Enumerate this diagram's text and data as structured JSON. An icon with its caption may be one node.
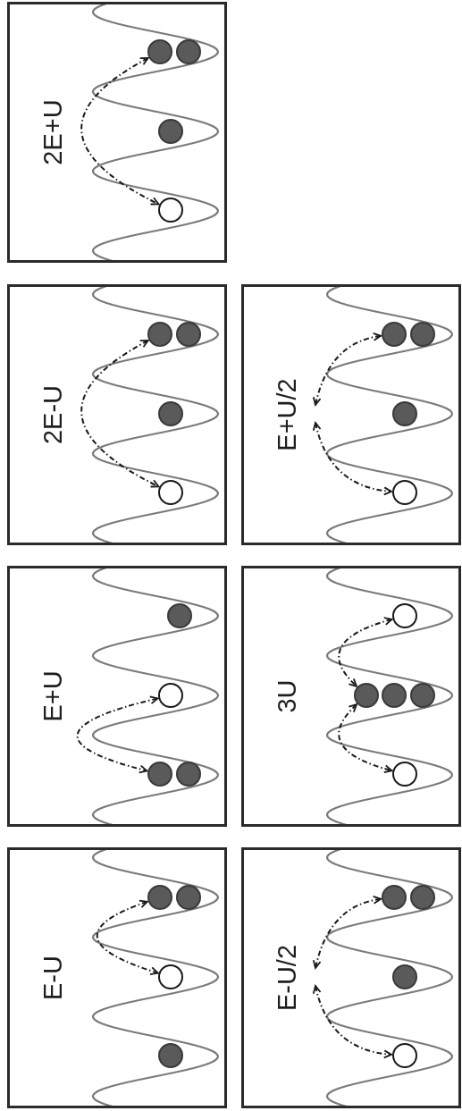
{
  "diagram": {
    "nodes": [
      {
        "text": [
          "2E+U"
        ]
      },
      {
        "text": [],
        "shape": "dot",
        "in": 0
      },
      {
        "text": [],
        "shape": "dot",
        "in": 0
      },
      {
        "text": [],
        "shape": "dot",
        "in": 0
      },
      {
        "text": [],
        "shape": "circle",
        "in": 0
      },
      {
        "text": [
          "2E-U"
        ]
      },
      {
        "text": [],
        "shape": "dot",
        "in": 5
      },
      {
        "text": [],
        "shape": "dot",
        "in": 5
      },
      {
        "text": [],
        "shape": "dot",
        "in": 5
      },
      {
        "text": [],
        "shape": "circle",
        "in": 5
      },
      {
        "text": [
          "E+U/2"
        ]
      },
      {
        "text": [],
        "shape": "dot",
        "in": 10
      },
      {
        "text": [],
        "shape": "dot",
        "in": 10
      },
      {
        "text": [],
        "shape": "dot",
        "in": 10
      },
      {
        "text": [],
        "shape": "circle",
        "in": 10
      },
      {
        "text": [
          "E+U"
        ]
      },
      {
        "text": [],
        "shape": "dot",
        "in": 15
      },
      {
        "text": [],
        "shape": "circle",
        "in": 15
      },
      {
        "text": [],
        "shape": "dot",
        "in": 15
      },
      {
        "text": [],
        "shape": "dot",
        "in": 15
      },
      {
        "text": [
          "3U"
        ]
      },
      {
        "text": [],
        "shape": "circle",
        "in": 20
      },
      {
        "text": [],
        "shape": "dot",
        "in": 20
      },
      {
        "text": [],
        "shape": "dot",
        "in": 20
      },
      {
        "text": [],
        "shape": "dot",
        "in": 20
      },
      {
        "text": [],
        "shape": "circle",
        "in": 20
      },
      {
        "text": [
          "E-U"
        ]
      },
      {
        "text": [],
        "shape": "dot",
        "in": 26
      },
      {
        "text": [],
        "shape": "dot",
        "in": 26
      },
      {
        "text": [],
        "shape": "circle",
        "in": 26
      },
      {
        "text": [],
        "shape": "dot",
        "in": 26
      },
      {
        "text": [
          "E-U/2"
        ]
      },
      {
        "text": [],
        "shape": "dot",
        "in": 31
      },
      {
        "text": [],
        "shape": "dot",
        "in": 31
      },
      {
        "text": [],
        "shape": "dot",
        "in": 31
      },
      {
        "text": [],
        "shape": "circle",
        "in": 31
      }
    ],
    "edges": [
      {
        "from": 1,
        "to": 4,
        "arrow": "both",
        "style": "dashed"
      },
      {
        "from": 6,
        "to": 9,
        "arrow": "both",
        "style": "dashed"
      },
      {
        "from": 11,
        "to": null,
        "arrow": "both",
        "style": "dashed"
      },
      {
        "from": null,
        "to": 14,
        "arrow": "both",
        "style": "dashed"
      },
      {
        "from": 17,
        "to": 18,
        "arrow": "both",
        "style": "dashed"
      },
      {
        "from": 21,
        "to": 22,
        "arrow": "both",
        "style": "dashed"
      },
      {
        "from": 22,
        "to": 25,
        "arrow": "both",
        "style": "dashed"
      },
      {
        "from": 27,
        "to": 29,
        "arrow": "both",
        "style": "dashed"
      },
      {
        "from": 32,
        "to": null,
        "arrow": "both",
        "style": "dashed"
      },
      {
        "from": null,
        "to": 35,
        "arrow": "both",
        "style": "dashed"
      }
    ]
  }
}
